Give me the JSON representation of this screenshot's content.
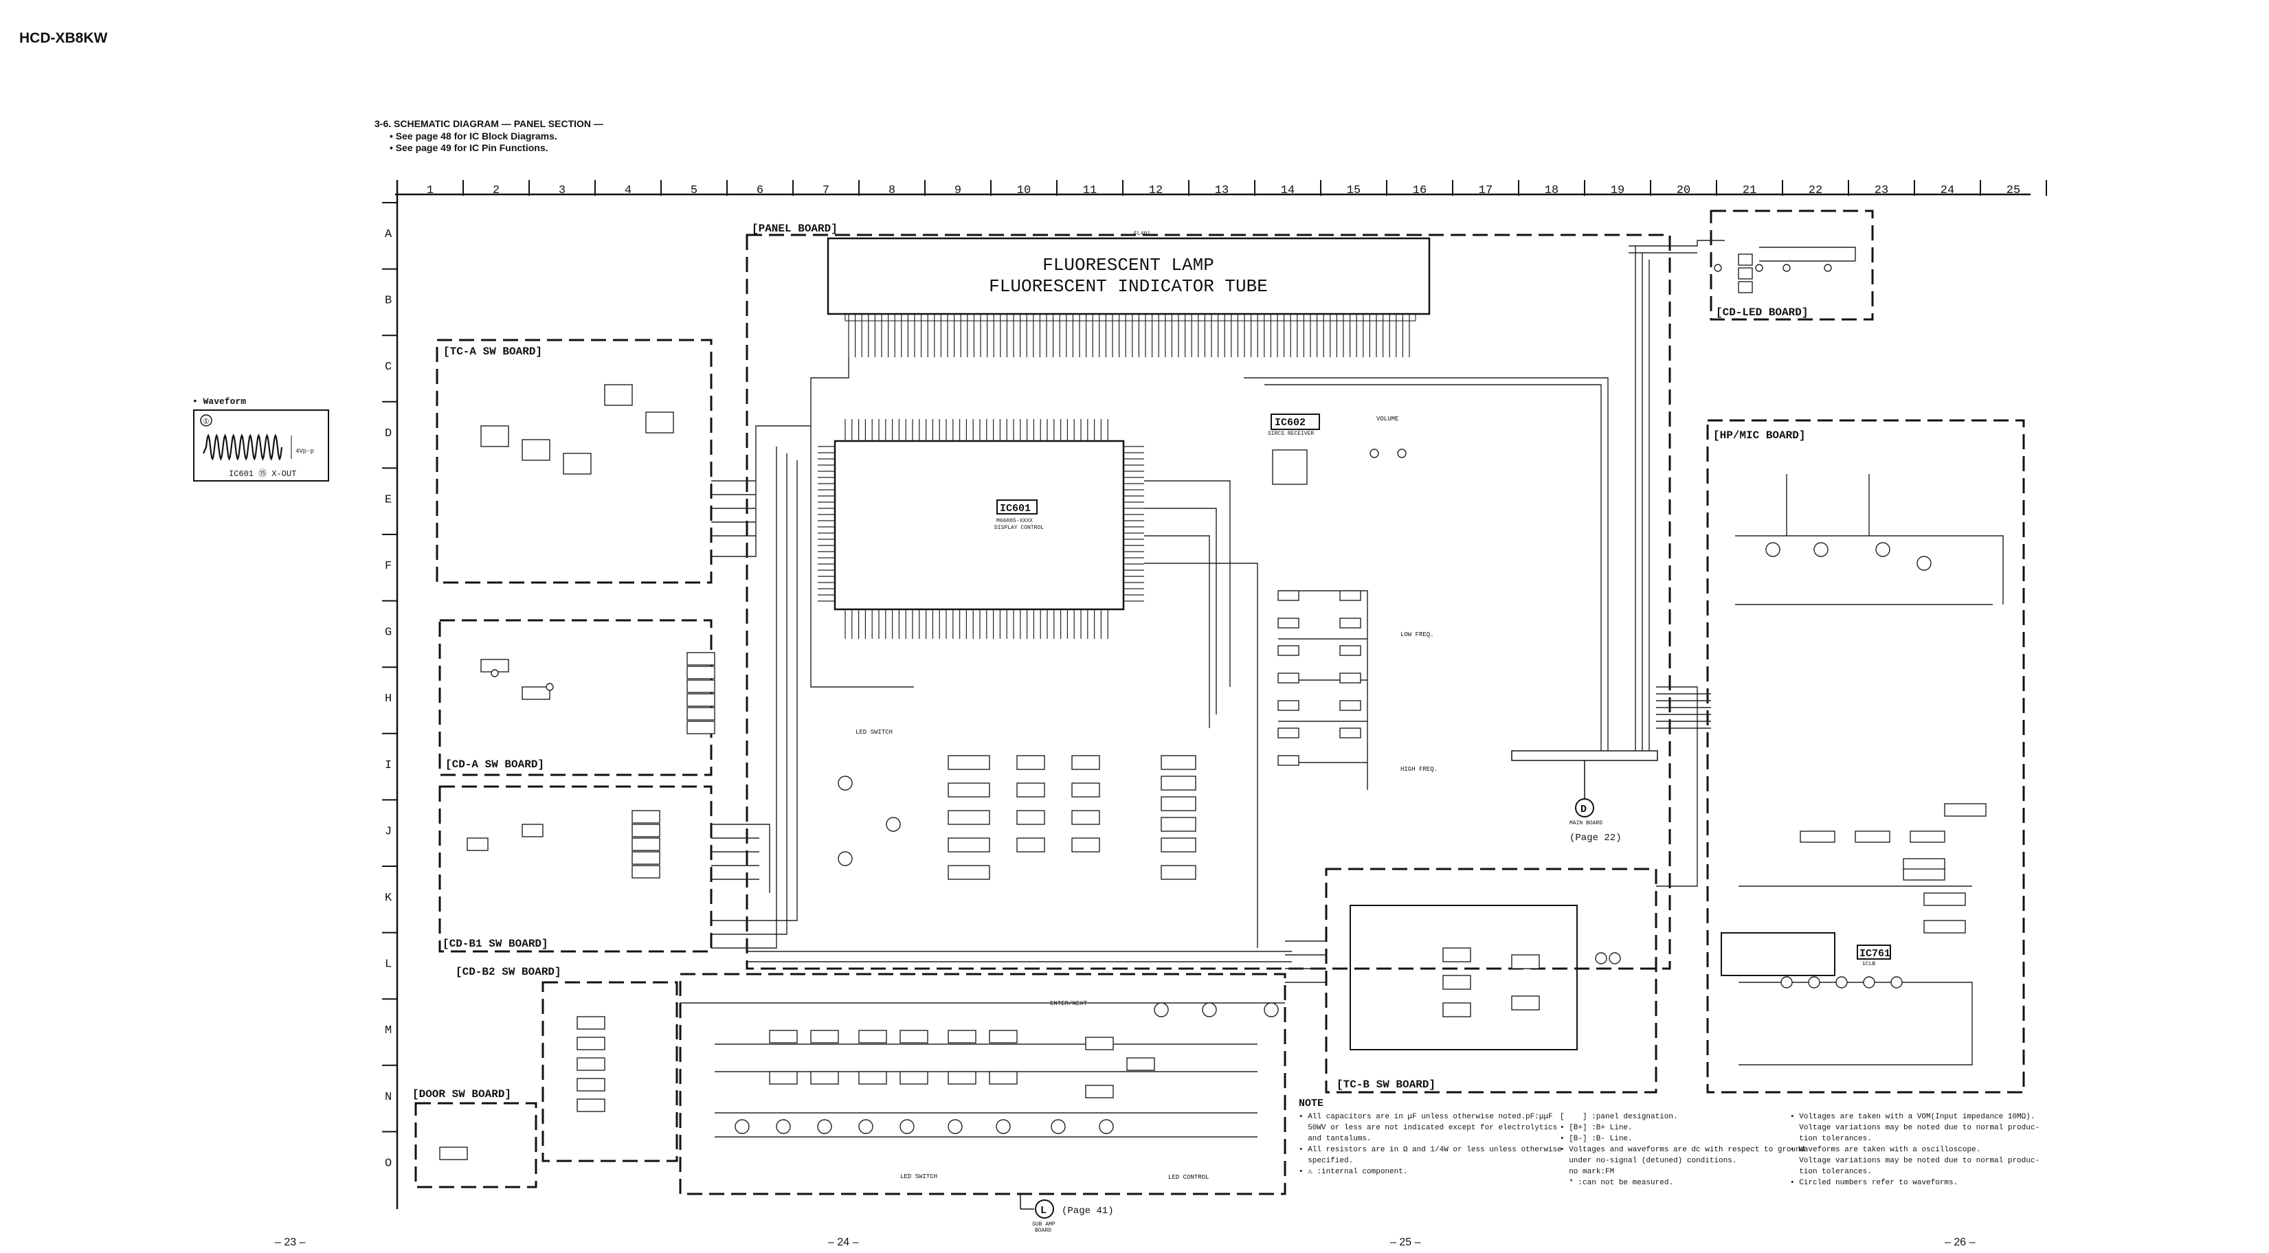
{
  "model": "HCD-XB8KW",
  "section": {
    "title": "3-6. SCHEMATIC DIAGRAM — PANEL SECTION —",
    "notes": [
      "• See page 48 for IC Block Diagrams.",
      "• See page 49 for IC Pin Functions."
    ]
  },
  "grid": {
    "columns": [
      "1",
      "2",
      "3",
      "4",
      "5",
      "6",
      "7",
      "8",
      "9",
      "10",
      "11",
      "12",
      "13",
      "14",
      "15",
      "16",
      "17",
      "18",
      "19",
      "20",
      "21",
      "22",
      "23",
      "24",
      "25"
    ],
    "rows": [
      "A",
      "B",
      "C",
      "D",
      "E",
      "F",
      "G",
      "H",
      "I",
      "J",
      "K",
      "L",
      "M",
      "N",
      "O"
    ]
  },
  "waveform": {
    "heading": "• Waveform",
    "number": "①",
    "amplitude": "4Vp-p",
    "caption": "IC601 ⑮ X-OUT"
  },
  "boards": {
    "panel": "[PANEL BOARD]",
    "tc_a": "[TC-A SW BOARD]",
    "cd_a": "[CD-A SW BOARD]",
    "cd_b1": "[CD-B1 SW BOARD]",
    "cd_b2": "[CD-B2 SW BOARD]",
    "door": "[DOOR SW BOARD]",
    "cd_led": "[CD-LED BOARD]",
    "hp_mic": "[HP/MIC BOARD]",
    "tc_b": "[TC-B SW BOARD]"
  },
  "tube": {
    "line1": "FLUORESCENT LAMP",
    "line2": "FLUORESCENT INDICATOR TUBE",
    "ref": "FL401"
  },
  "ics": {
    "ic601": {
      "label": "IC601",
      "sub1": "M66005-XXXX",
      "sub2": "DISPLAY CONTROL"
    },
    "ic602": {
      "label": "IC602",
      "sub1": "SIRCS RECEIVER"
    },
    "ic761": {
      "label": "IC761",
      "sub1": "1CLB"
    }
  },
  "panel_labels": {
    "low_freq": "LOW FREQ.",
    "high_freq": "HIGH FREQ.",
    "volume": "VOLUME",
    "led_switch": "LED SWITCH",
    "led_control": "LED CONTROL",
    "enter_next": "ENTER/NEXT"
  },
  "refs": {
    "main_board": "MAIN BOARD",
    "main_board_page": "(Page 22)",
    "main_marker": "D",
    "sub_amp": "SUB AMP",
    "sub_amp_board": "BOARD",
    "sub_amp_page": "(Page 41)",
    "sub_marker": "L"
  },
  "notes": {
    "heading": "NOTE",
    "left": [
      "• All capacitors are in μF unless otherwise noted.pF:μμF",
      "  50WV or less are not indicated except for electrolytics",
      "  and tantalums.",
      "• All resistors are in Ω and 1/4W or less unless otherwise",
      "  specified.",
      "• ⚠ :internal component."
    ],
    "middle": [
      "[    ] :panel designation.",
      "• [B+] :B+ Line.",
      "• [B-] :B- Line.",
      "• Voltages and waveforms are dc with respect to ground",
      "  under no-signal (detuned) conditions.",
      "  no mark:FM",
      "  * :can not be measured."
    ],
    "right": [
      "• Voltages are taken with a VOM(Input impedance 10MΩ).",
      "  Voltage variations may be noted due to normal produc-",
      "  tion tolerances.",
      "• Waveforms are taken with a oscilloscope.",
      "  Voltage variations may be noted due to normal produc-",
      "  tion tolerances.",
      "• Circled numbers refer to waveforms."
    ]
  },
  "page_numbers": [
    "– 23 –",
    "– 24 –",
    "– 25 –",
    "– 26 –"
  ]
}
